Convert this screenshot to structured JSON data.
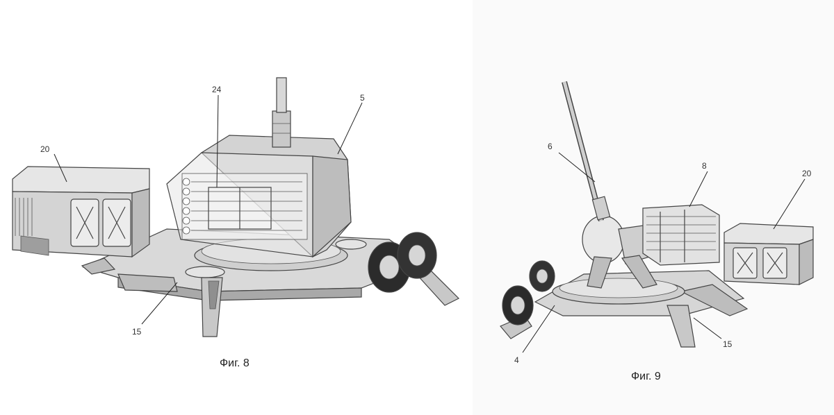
{
  "figures": [
    {
      "caption": "Фиг. 8",
      "callouts": [
        "20",
        "24",
        "5",
        "15"
      ]
    },
    {
      "caption": "Фиг. 9",
      "callouts": [
        "6",
        "8",
        "20",
        "4",
        "15"
      ]
    }
  ]
}
